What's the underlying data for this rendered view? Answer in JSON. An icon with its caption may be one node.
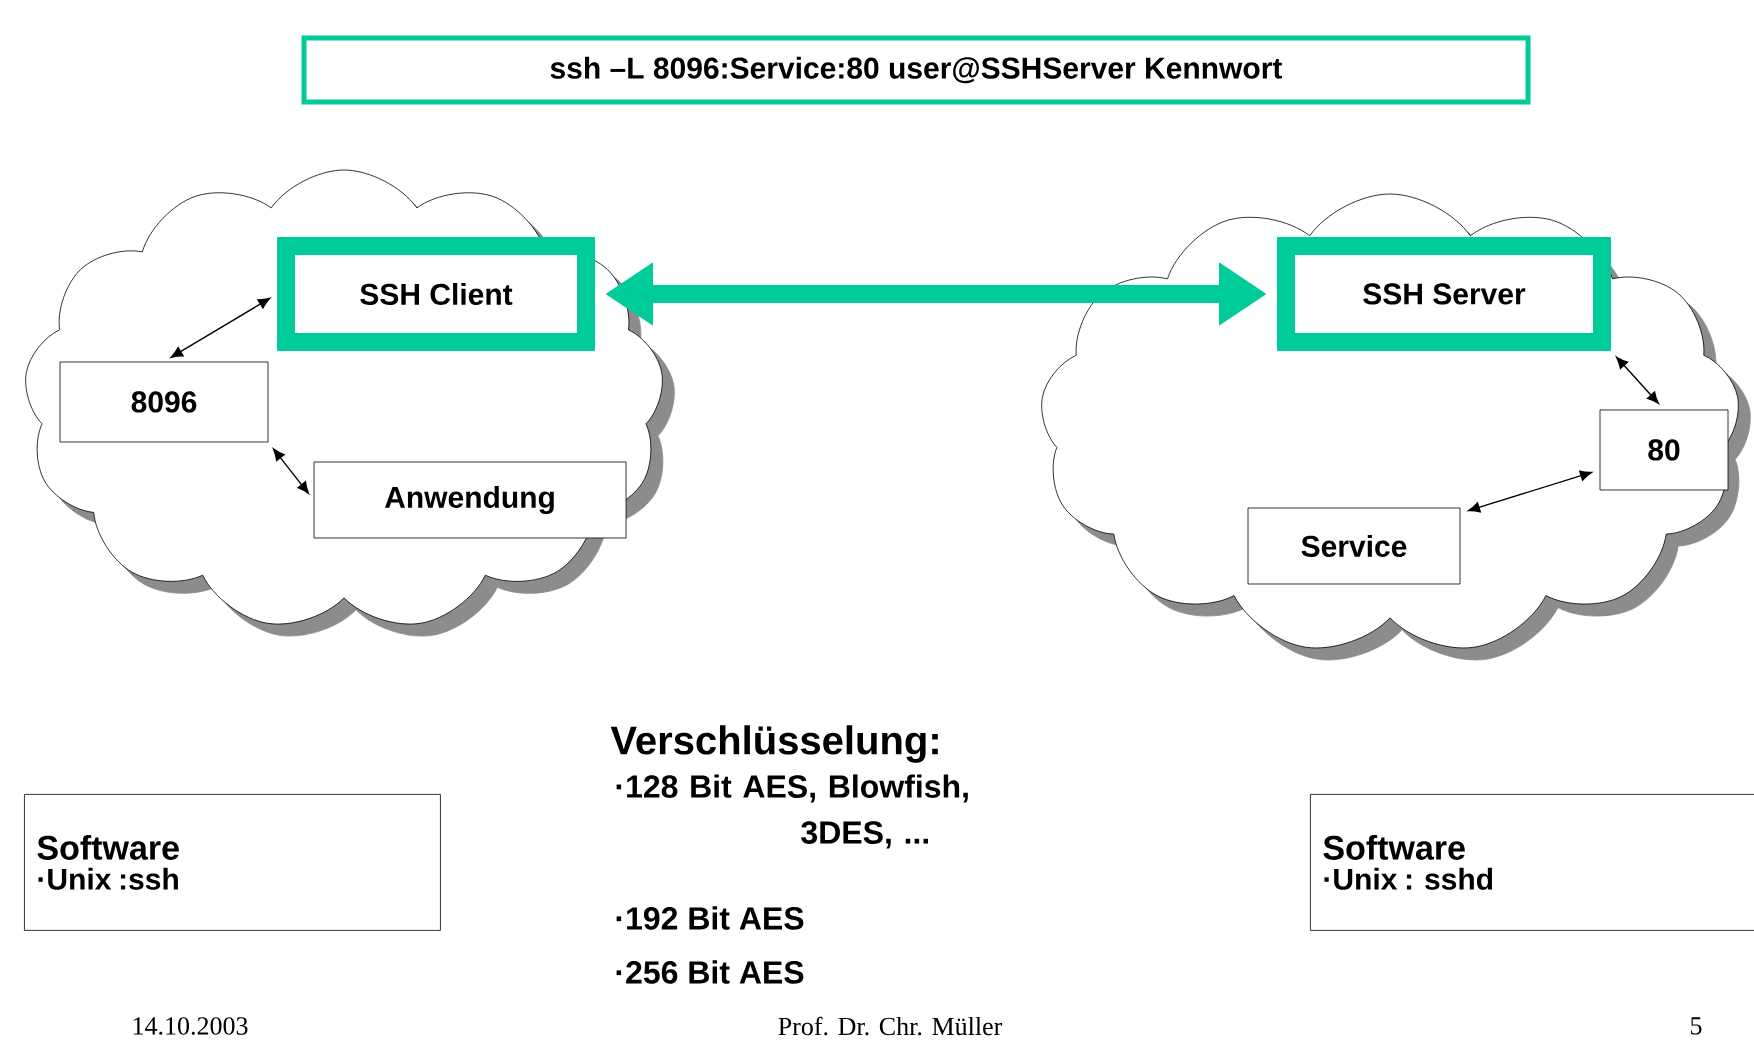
{
  "diagram": {
    "nodes": [
      {
        "text": [
          "ssh –L 8096:Service:80 user@SSHServer Kennwort"
        ]
      },
      {
        "text": [],
        "shape": "cloud"
      },
      {
        "text": [
          "SSH Client"
        ],
        "in": 1
      },
      {
        "text": [
          "8096"
        ],
        "in": 1
      },
      {
        "text": [
          "Anwendung"
        ],
        "in": 1
      },
      {
        "text": [],
        "shape": "cloud"
      },
      {
        "text": [
          "SSH Server"
        ],
        "in": 5
      },
      {
        "text": [
          "80"
        ],
        "in": 5
      },
      {
        "text": [
          "Service"
        ],
        "in": 5
      },
      {
        "text": [
          "Software",
          "·Unix        :ssh"
        ]
      },
      {
        "text": [
          "Software",
          "·Unix          : sshd"
        ]
      }
    ],
    "edges": [
      {
        "from": 2,
        "to": 6,
        "arrow": "both",
        "style": "thick",
        "color": "#00cc99"
      },
      {
        "from": 3,
        "to": 2,
        "arrow": "both"
      },
      {
        "from": 3,
        "to": 4,
        "arrow": "both"
      },
      {
        "from": 6,
        "to": 7,
        "arrow": "both"
      },
      {
        "from": 7,
        "to": 8,
        "arrow": "both"
      }
    ],
    "labels": [
      "Verschlüsselung:",
      "·128 Bit  AES, Blowfish, 3DES, ...",
      "·192 Bit  AES",
      "·256 Bit  AES",
      "14.10.2003",
      "Prof. Dr. Chr. Müller",
      "5"
    ]
  }
}
